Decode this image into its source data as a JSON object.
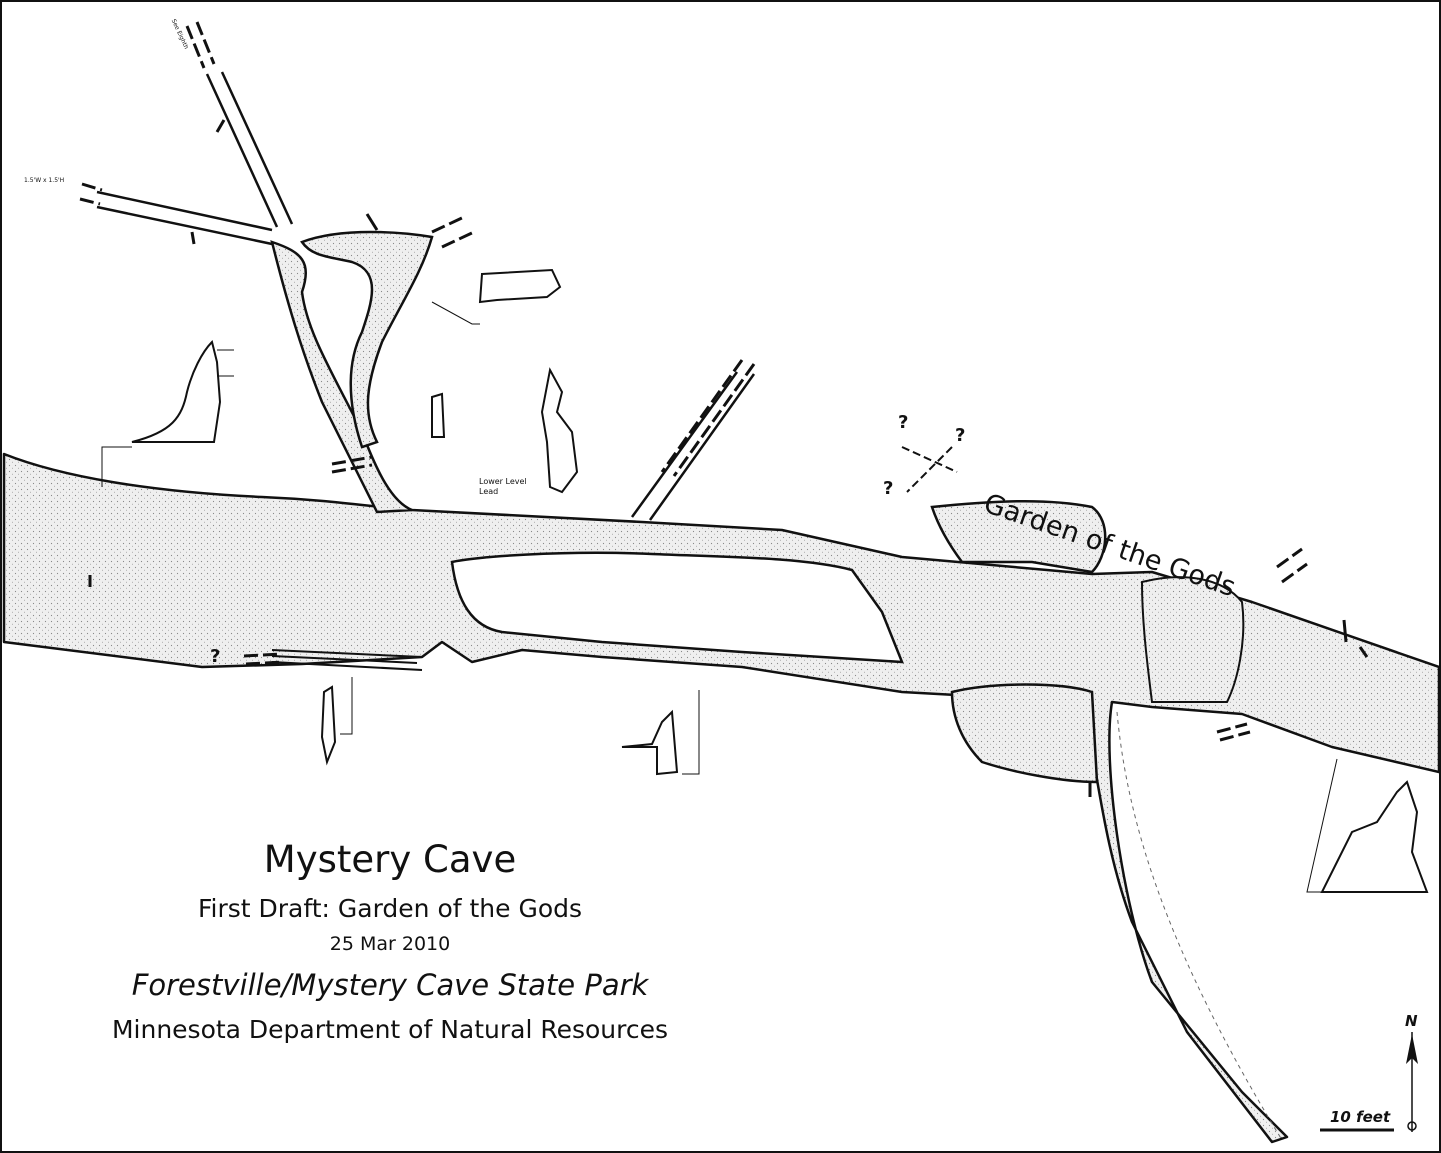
{
  "map": {
    "title": "Mystery Cave",
    "subtitle": "First Draft: Garden of the Gods",
    "date": "25 Mar 2010",
    "park": "Forestville/Mystery Cave State Park",
    "agency": "Minnesota Department of Natural Resources",
    "area_label": "Garden of the Gods",
    "lead_label_line1": "Lower Level",
    "lead_label_line2": "Lead",
    "passage_dimension_label": "1.5'W x 1.5'H",
    "see_label": "See Eighth",
    "question_mark": "?",
    "north_label": "N",
    "scale_label": "10 feet"
  },
  "colors": {
    "ink": "#111111",
    "passage_fill": "#e6e6e6",
    "background": "#ffffff"
  },
  "icons": [
    "north-arrow-icon",
    "scale-bar-icon"
  ]
}
